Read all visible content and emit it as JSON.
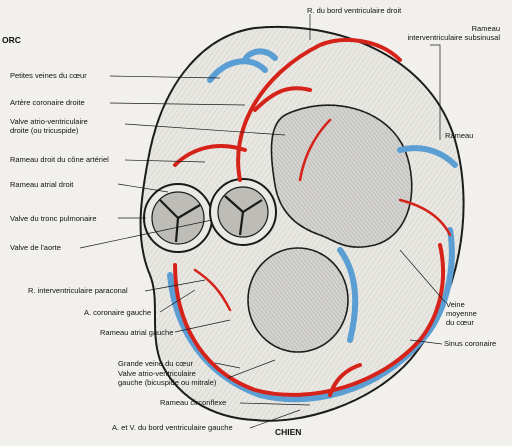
{
  "header": {
    "left": "ORC",
    "bottom": "CHIEN"
  },
  "labels": {
    "r_bord_droit": "R. du bord ventriculaire droit",
    "rameau_intervent_subsinusal": "Rameau\ninterventriculaire subsinusal",
    "petites_veines": "Petites veines du cœur",
    "artere_coronaire_droite": "Artère coronaire droite",
    "valve_av_droite": "Valve atrio-ventriculaire\ndroite (ou tricuspide)",
    "rameau_cone": "Rameau droit du cône artériel",
    "rameau_atrial_droit": "Rameau atrial droit",
    "valve_tronc_pulmonaire": "Valve du tronc pulmonaire",
    "valve_aorte": "Valve de l'aorte",
    "r_interventriculaire_paraconal": "R. interventriculaire paraconal",
    "a_coronaire_gauche": "A. coronaire gauche",
    "rameau_atrial_gauche": "Rameau atrial gauche",
    "grande_veine": "Grande veine du cœur",
    "valve_av_gauche": "Valve atrio-ventriculaire\ngauche (bicuspide ou mitrale)",
    "rameau_circonflexe": "Rameau circonflexe",
    "a_v_bord_gauche": "A. et V. du bord ventriculaire gauche",
    "rameau_right": "Rameau",
    "veine_moyenne": "Veine\nmoyenne\ndu cœur",
    "sinus_coronaire": "Sinus coronaire"
  },
  "colors": {
    "artery": "#d6231a",
    "vein": "#5b9ed4",
    "ink": "#1a1a1a",
    "paper": "#f1f0ec"
  }
}
